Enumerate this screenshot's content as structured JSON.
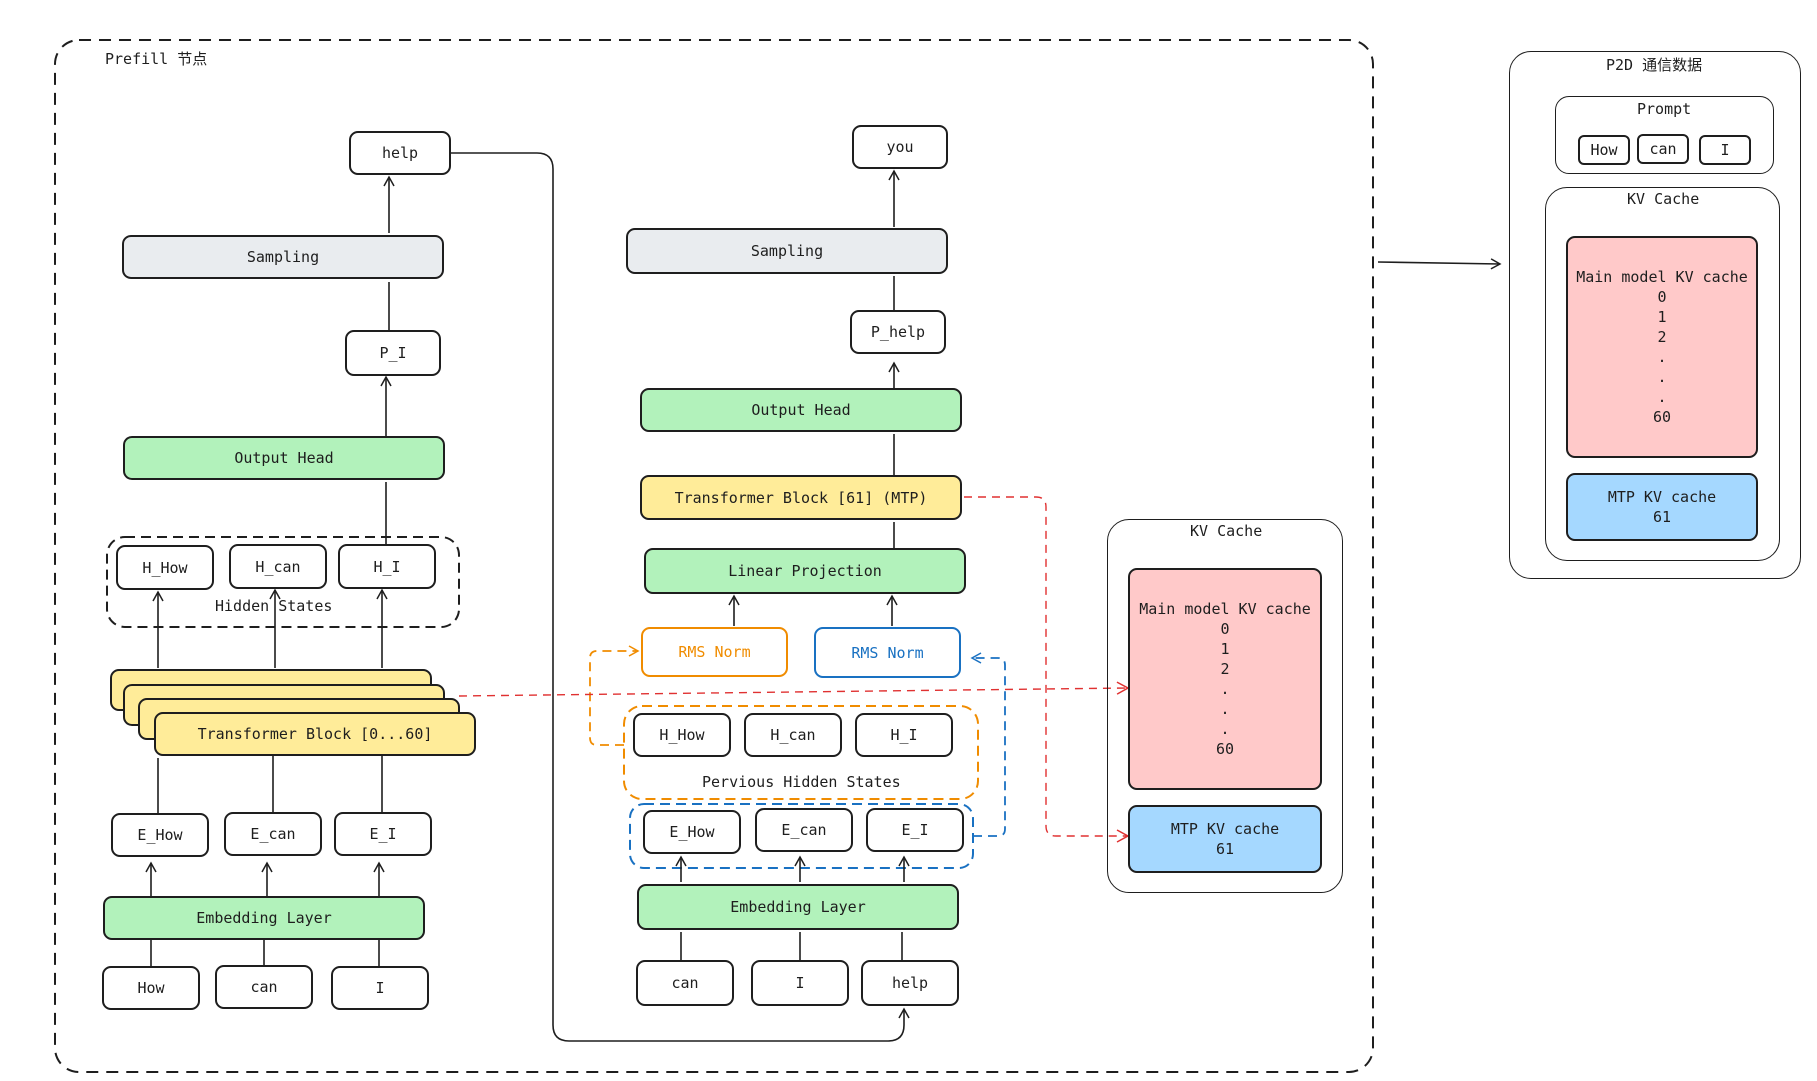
{
  "prefill": {
    "title": "Prefill 节点",
    "main": {
      "inputs": [
        "How",
        "can",
        "I"
      ],
      "embedding": "Embedding Layer",
      "embeddings": [
        "E_How",
        "E_can",
        "E_I"
      ],
      "transformer": "Transformer Block [0...60]",
      "hidden_states": [
        "H_How",
        "H_can",
        "H_I"
      ],
      "hidden_states_label": "Hidden States",
      "output_head": "Output Head",
      "prob": "P_I",
      "sampling": "Sampling",
      "output": "help"
    },
    "mtp": {
      "inputs": [
        "can",
        "I",
        "help"
      ],
      "embedding": "Embedding Layer",
      "embeddings": [
        "E_How",
        "E_can",
        "E_I"
      ],
      "prev_hidden": [
        "H_How",
        "H_can",
        "H_I"
      ],
      "prev_hidden_label": "Pervious Hidden States",
      "rms_norm_left": "RMS Norm",
      "rms_norm_right": "RMS Norm",
      "linear_projection": "Linear Projection",
      "transformer": "Transformer Block [61] (MTP)",
      "output_head": "Output Head",
      "prob": "P_help",
      "sampling": "Sampling",
      "output": "you"
    },
    "kv_cache": {
      "title": "KV Cache",
      "main_title": "Main model KV cache",
      "main_layers": [
        "0",
        "1",
        "2",
        ".",
        ".",
        ".",
        "60"
      ],
      "mtp_title": "MTP KV cache",
      "mtp_layer": "61"
    }
  },
  "p2d": {
    "title": "P2D 通信数据",
    "prompt_title": "Prompt",
    "prompt_tokens": [
      "How",
      "can",
      "I"
    ],
    "kv_cache": {
      "title": "KV Cache",
      "main_title": "Main model KV cache",
      "main_layers": [
        "0",
        "1",
        "2",
        ".",
        ".",
        ".",
        "60"
      ],
      "mtp_title": "MTP KV cache",
      "mtp_layer": "61"
    }
  },
  "colors": {
    "gray": "#e9ecef",
    "green": "#b2f2bb",
    "yellow": "#ffec99",
    "pink": "#ffc9c9",
    "blue": "#a5d8ff",
    "orange": "#f08c00",
    "blue_line": "#1971c2",
    "red_dashed": "#e03131"
  }
}
